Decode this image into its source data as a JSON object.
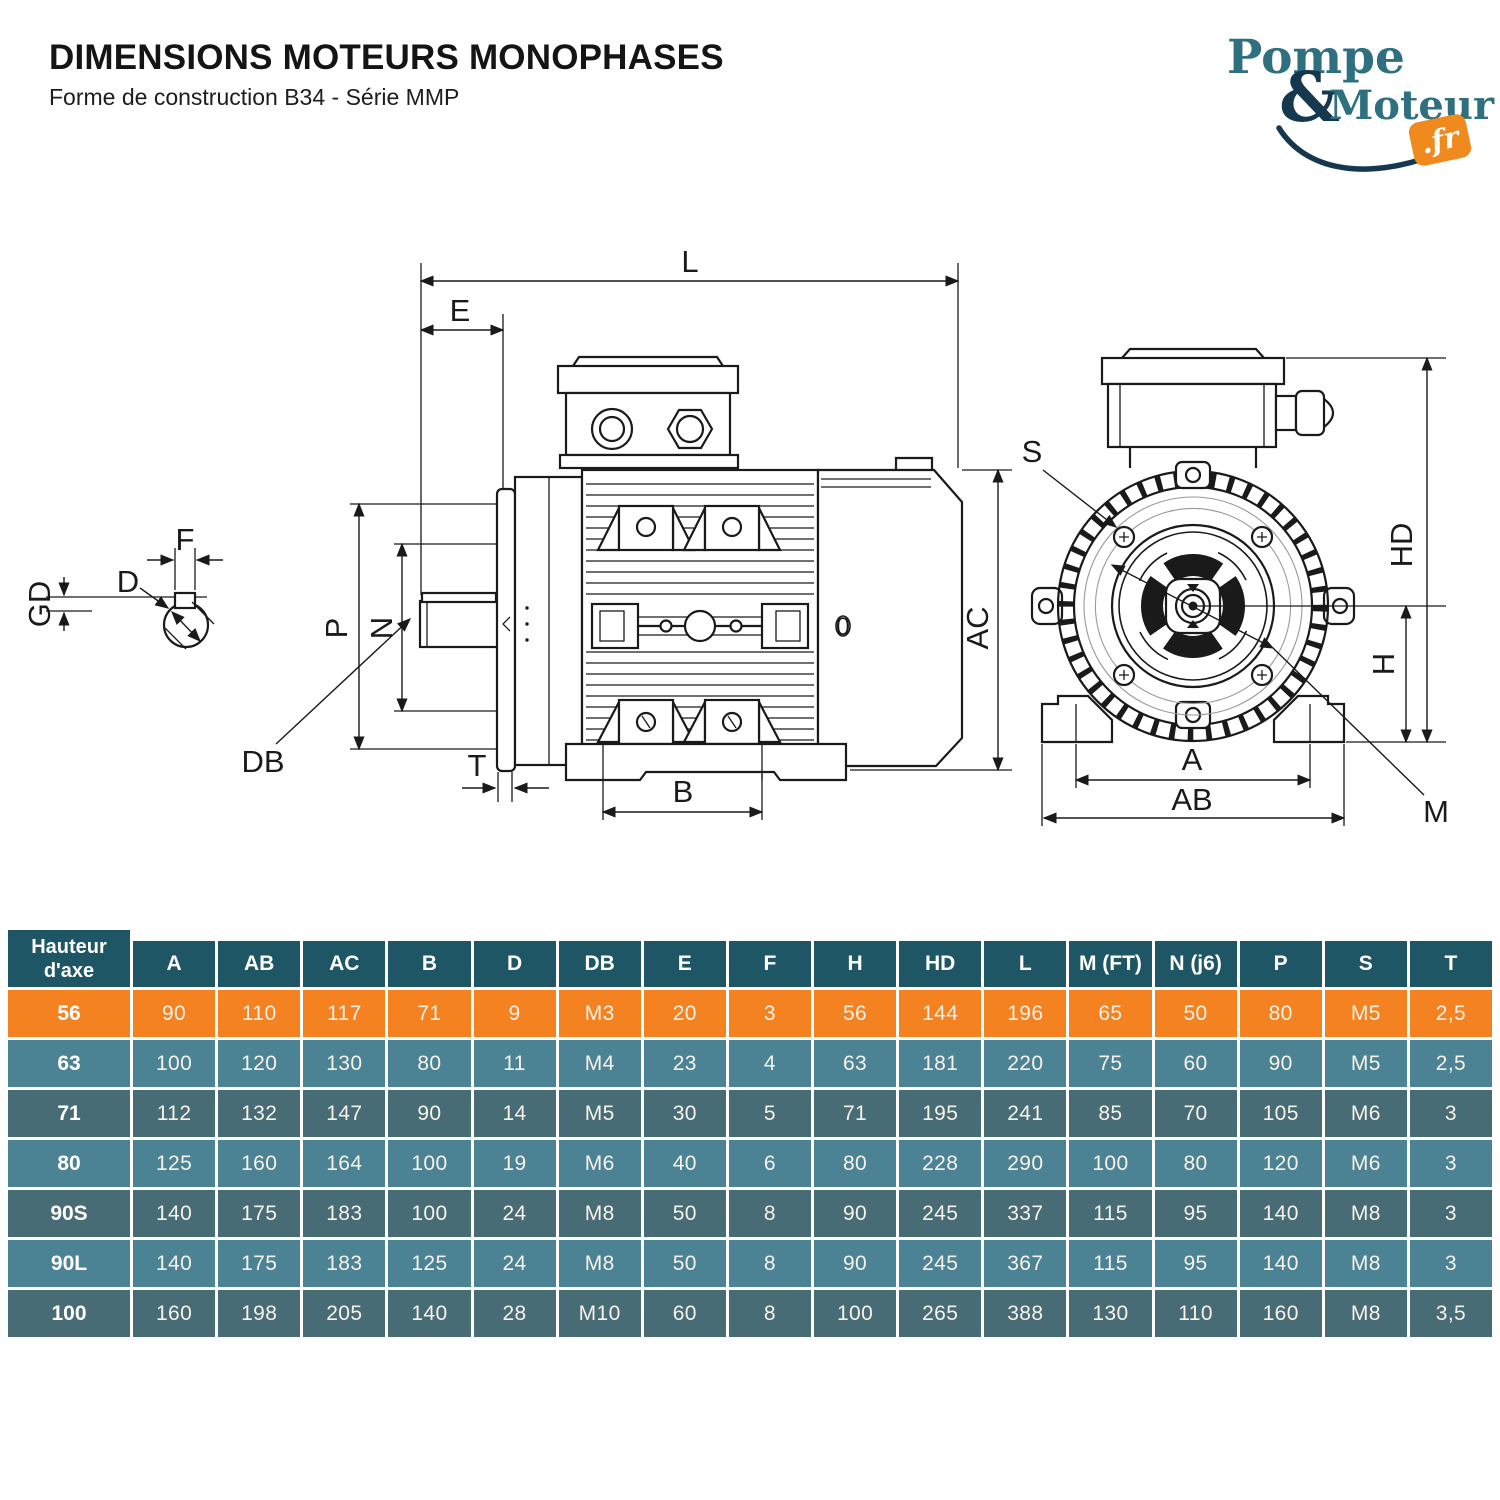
{
  "header": {
    "title": "DIMENSIONS MOTEURS MONOPHASES",
    "subtitle": "Forme de construction B34 - Série MMP"
  },
  "logo": {
    "word1": "Pompe",
    "amp": "&",
    "word2": "Moteur",
    "tld": ".fr",
    "colors": {
      "teal": "#2E6F80",
      "navy": "#16384F",
      "orange": "#F08A1E"
    }
  },
  "diagram": {
    "labels": {
      "L": "L",
      "E": "E",
      "P": "P",
      "N": "N",
      "DB": "DB",
      "T": "T",
      "B": "B",
      "AC": "AC",
      "O": "0",
      "F": "F",
      "D": "D",
      "GD": "GD",
      "S": "S",
      "HD": "HD",
      "H": "H",
      "A": "A",
      "AB": "AB",
      "M": "M"
    }
  },
  "table": {
    "corner": [
      "Hauteur",
      "d'axe"
    ],
    "columns": [
      "A",
      "AB",
      "AC",
      "B",
      "D",
      "DB",
      "E",
      "F",
      "H",
      "HD",
      "L",
      "M (FT)",
      "N (j6)",
      "P",
      "S",
      "T"
    ],
    "rows": [
      {
        "label": "56",
        "style": "orange",
        "values": [
          "90",
          "110",
          "117",
          "71",
          "9",
          "M3",
          "20",
          "3",
          "56",
          "144",
          "196",
          "65",
          "50",
          "80",
          "M5",
          "2,5"
        ]
      },
      {
        "label": "63",
        "style": "light",
        "values": [
          "100",
          "120",
          "130",
          "80",
          "11",
          "M4",
          "23",
          "4",
          "63",
          "181",
          "220",
          "75",
          "60",
          "90",
          "M5",
          "2,5"
        ]
      },
      {
        "label": "71",
        "style": "dark",
        "values": [
          "112",
          "132",
          "147",
          "90",
          "14",
          "M5",
          "30",
          "5",
          "71",
          "195",
          "241",
          "85",
          "70",
          "105",
          "M6",
          "3"
        ]
      },
      {
        "label": "80",
        "style": "light",
        "values": [
          "125",
          "160",
          "164",
          "100",
          "19",
          "M6",
          "40",
          "6",
          "80",
          "228",
          "290",
          "100",
          "80",
          "120",
          "M6",
          "3"
        ]
      },
      {
        "label": "90S",
        "style": "dark",
        "values": [
          "140",
          "175",
          "183",
          "100",
          "24",
          "M8",
          "50",
          "8",
          "90",
          "245",
          "337",
          "115",
          "95",
          "140",
          "M8",
          "3"
        ]
      },
      {
        "label": "90L",
        "style": "light",
        "values": [
          "140",
          "175",
          "183",
          "125",
          "24",
          "M8",
          "50",
          "8",
          "90",
          "245",
          "367",
          "115",
          "95",
          "140",
          "M8",
          "3"
        ]
      },
      {
        "label": "100",
        "style": "dark",
        "values": [
          "160",
          "198",
          "205",
          "140",
          "28",
          "M10",
          "60",
          "8",
          "100",
          "265",
          "388",
          "130",
          "110",
          "160",
          "M8",
          "3,5"
        ]
      }
    ],
    "colors": {
      "header_bg": "#1E5666",
      "orange": "#F58220",
      "teal_light": "#4C8394",
      "teal_dark": "#486C75",
      "cell_text": "#F6F2E9",
      "header_text": "#FFFFFF"
    }
  }
}
